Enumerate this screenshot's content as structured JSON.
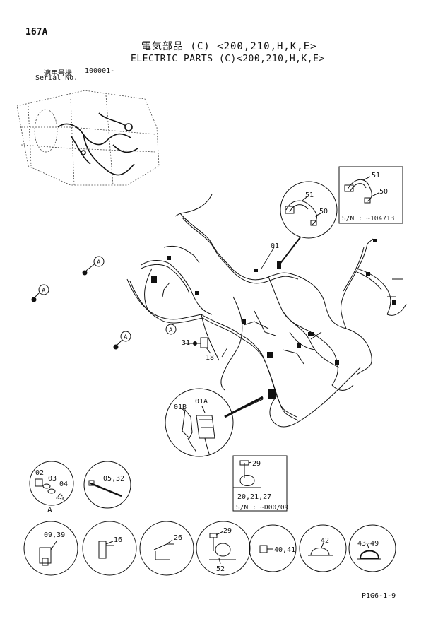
{
  "header": {
    "page_id": "167A",
    "title_jp": "電気部品 (C) <200,210,H,K,E>",
    "title_en": "ELECTRIC PARTS (C)<200,210,H,K,E>",
    "serial_label_jp": "適用号機",
    "serial_value": "100001-",
    "serial_label_en": "Serial No."
  },
  "callouts": {
    "a_marker": "A",
    "p01": "01",
    "p18": "18",
    "p31": "31",
    "p50": "50",
    "p51": "51",
    "p01a": "01A",
    "p01b": "01B",
    "p02": "02",
    "p03": "03",
    "p04": "04",
    "p05_32": "05,32",
    "p09_39": "09,39",
    "p16": "16",
    "p26": "26",
    "p29": "29",
    "p52": "52",
    "p40_41": "40,41",
    "p42": "42",
    "p43_49": "43~49",
    "p20_21_27": "20,21,27",
    "detail_a_label": "A"
  },
  "insets": {
    "sn_top": "S/N : ~104713",
    "sn_bottom": "S/N : ~D00/09"
  },
  "footer": {
    "code": "P1G6-1-9"
  }
}
